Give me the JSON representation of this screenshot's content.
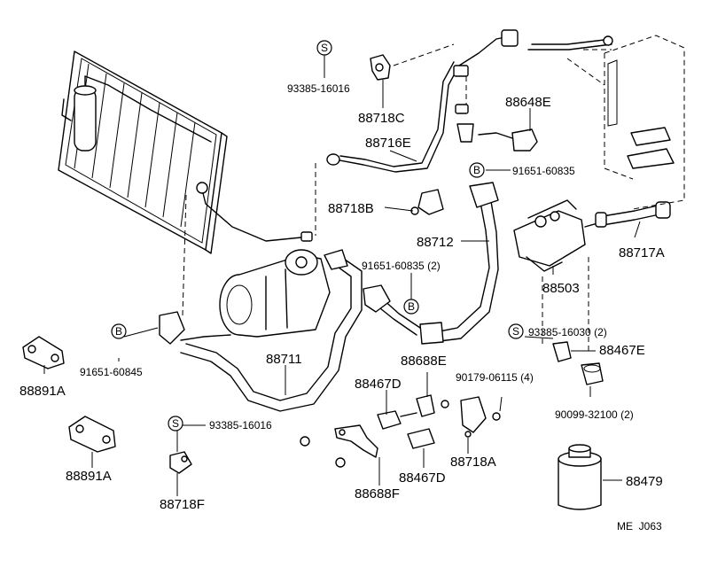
{
  "labels": {
    "p93385_16016_top": "93385-16016",
    "p88718C": "88718C",
    "p88648E": "88648E",
    "p88716E": "88716E",
    "p91651_60835": "91651-60835",
    "p88718B": "88718B",
    "p88712": "88712",
    "p88717A": "88717A",
    "p91651_60835_2": "91651-60835 (2)",
    "p88503": "88503",
    "p88891A_1": "88891A",
    "p91651_60845": "91651-60845",
    "p88711": "88711",
    "p93385_16030_2": "93385-16030 (2)",
    "p88467E": "88467E",
    "p88688E": "88688E",
    "p88467D_1": "88467D",
    "p90179_06115_4": "90179-06115 (4)",
    "p90099_32100_2": "90099-32100 (2)",
    "p93385_16016_bot": "93385-16016",
    "p88891A_2": "88891A",
    "p88718A": "88718A",
    "p88467D_2": "88467D",
    "p88479": "88479",
    "p88718F": "88718F",
    "p88688F": "88688F",
    "code": "ME  J063"
  },
  "markers": {
    "s": "S",
    "b": "B"
  }
}
